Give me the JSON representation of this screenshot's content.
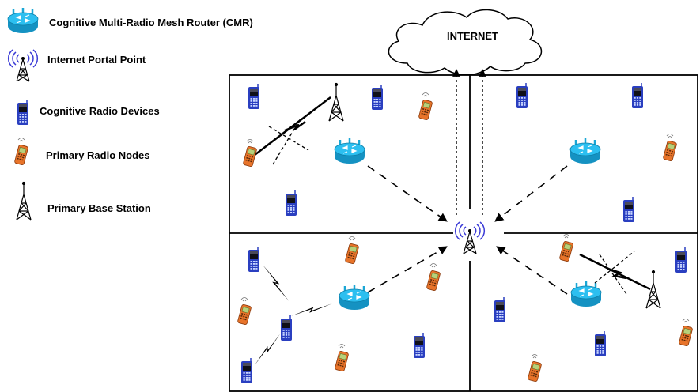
{
  "legend": {
    "router": "Cognitive Multi-Radio Mesh Router (CMR)",
    "portal": "Internet Portal Point",
    "cr_device": "Cognitive Radio Devices",
    "primary_node": "Primary Radio Nodes",
    "base_station": "Primary Base Station"
  },
  "cloud": {
    "label": "INTERNET"
  },
  "colors": {
    "router": "#1aa7d6",
    "cr_device": "#2a3fc0",
    "primary_node": "#e8742a",
    "portal_rings": "#3b3bd6",
    "lines": "#000000"
  }
}
